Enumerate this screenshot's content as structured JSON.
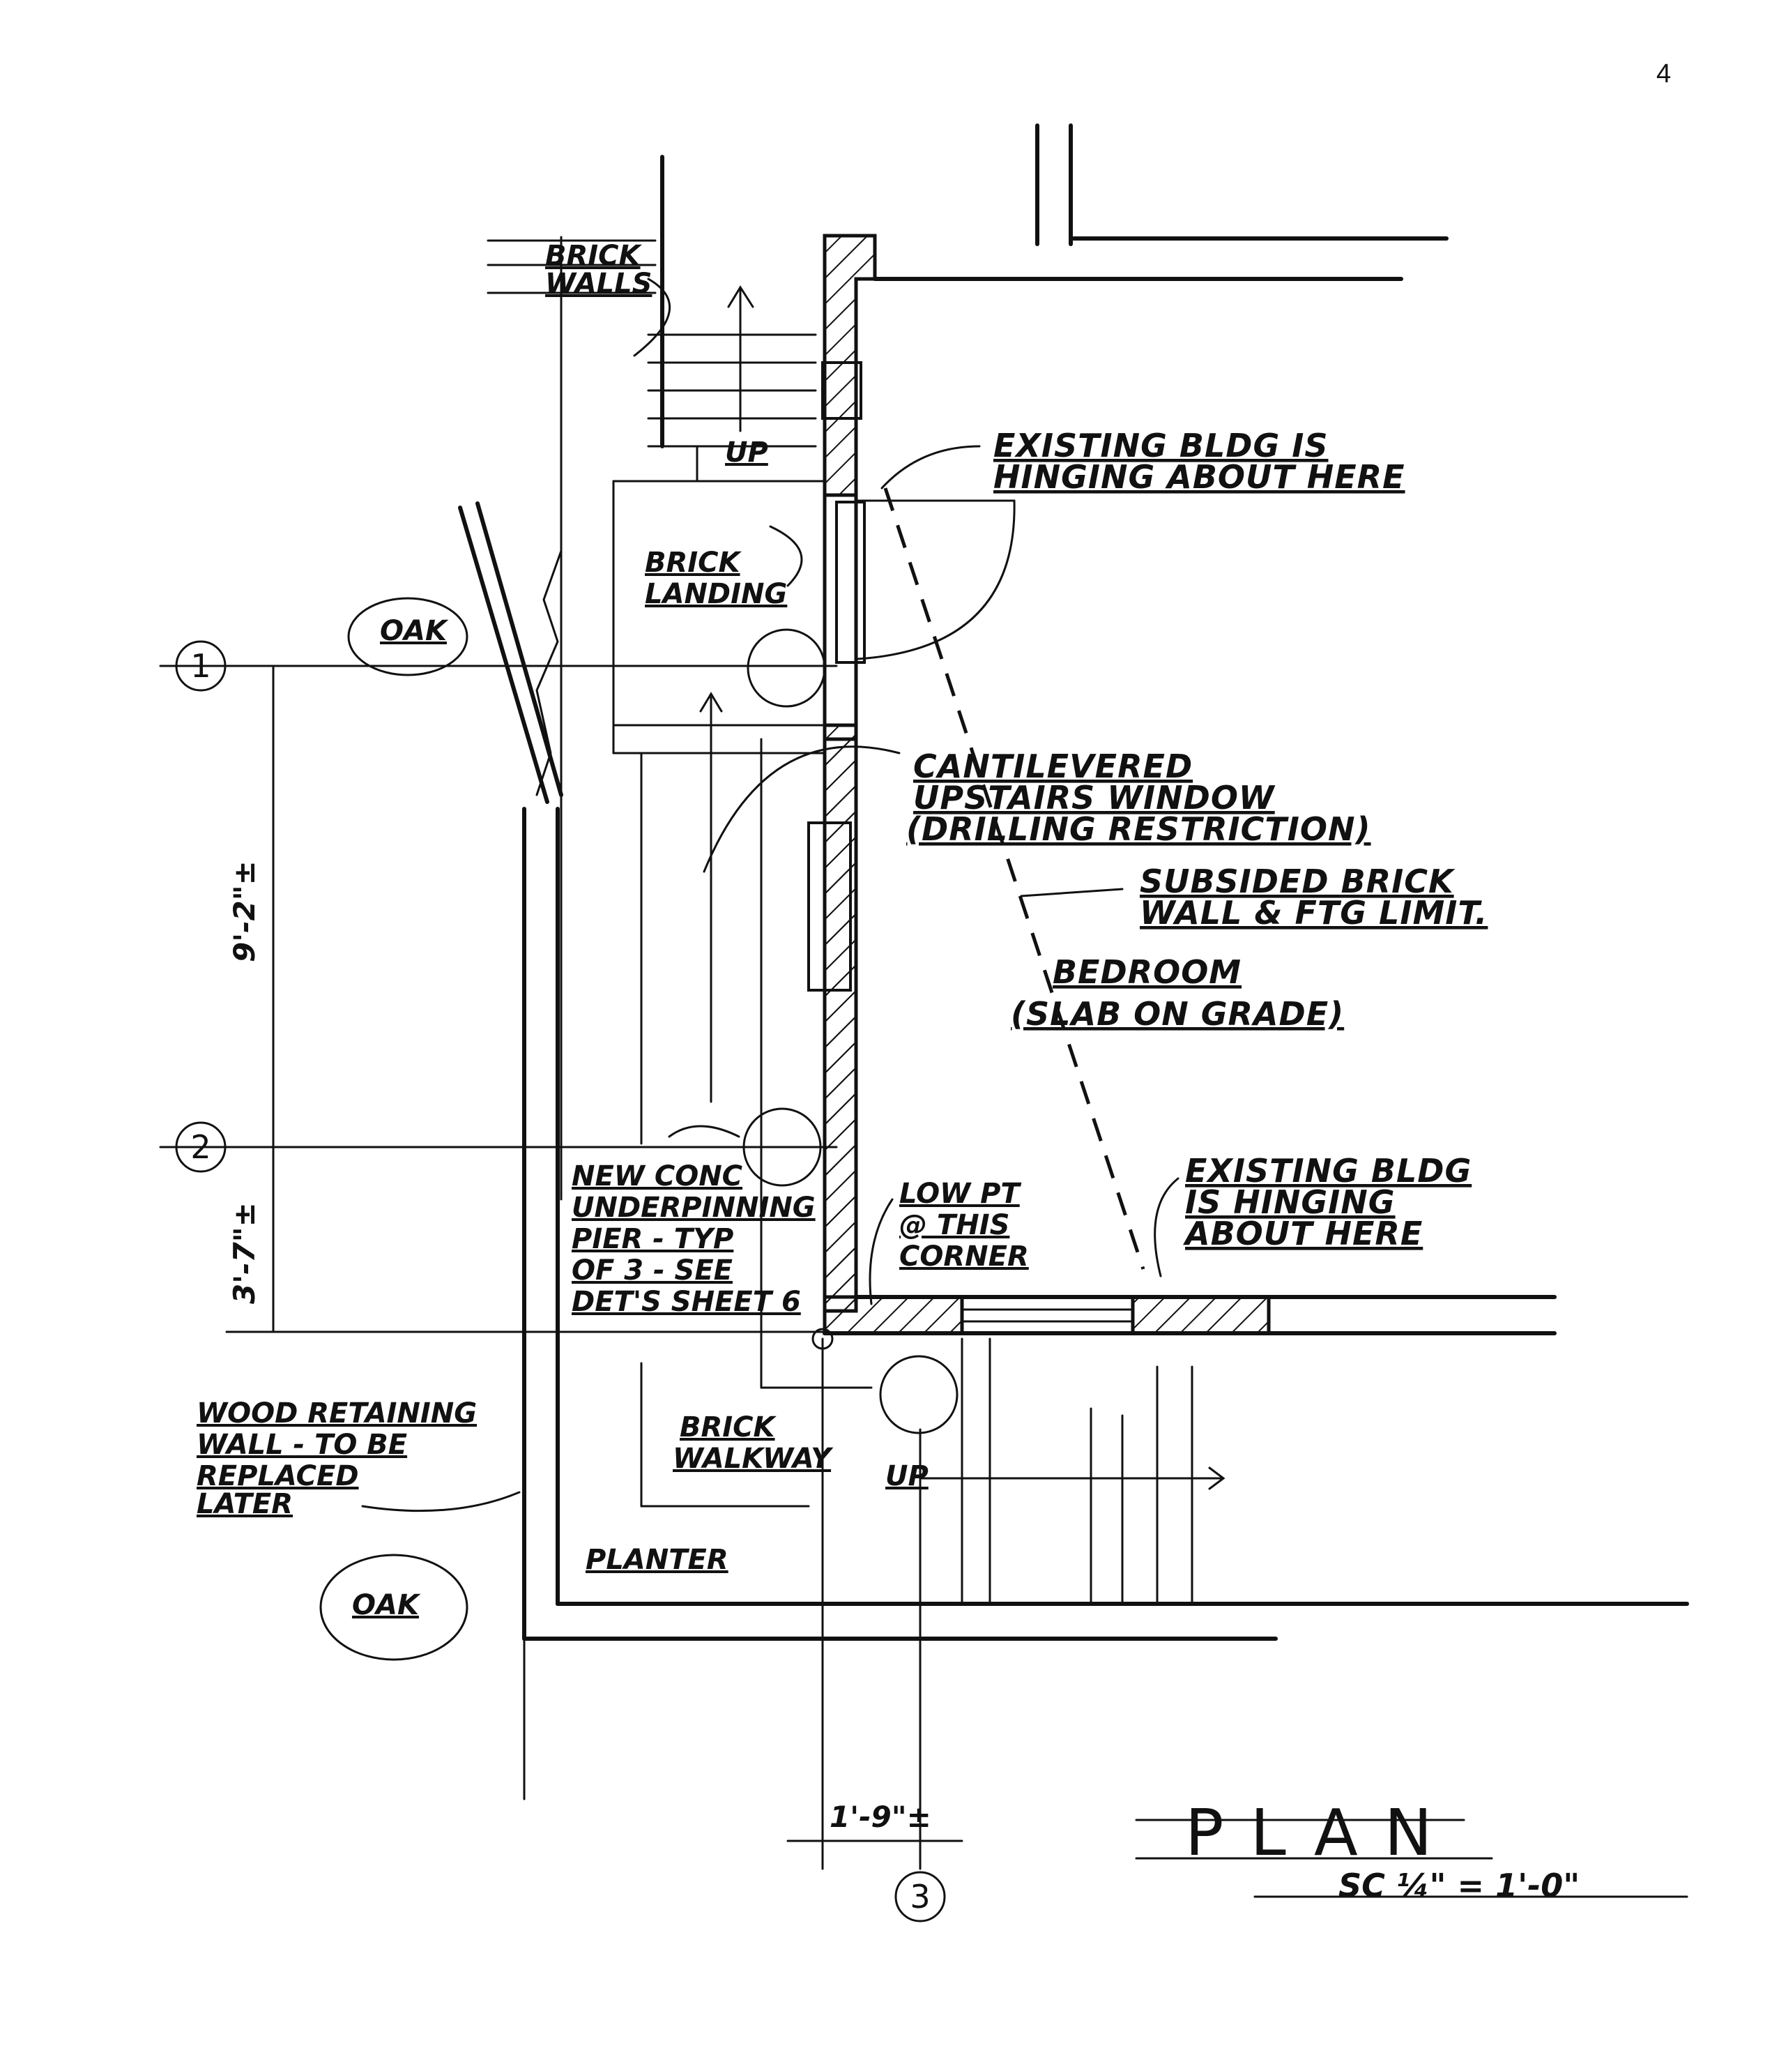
{
  "page": {
    "number": "4"
  },
  "title": {
    "main": "PLAN",
    "scale": "SC ¼\" = 1'-0\""
  },
  "grid": {
    "line1": "1",
    "line2": "2",
    "line3": "3"
  },
  "dimensions": {
    "d1": "9'-2\"±",
    "d2": "3'-7\"±",
    "d3": "1'-9\"±"
  },
  "labels": {
    "brick_walls": [
      "BRICK",
      "WALLS"
    ],
    "up_top": "UP",
    "brick_landing": [
      "BRICK",
      "LANDING"
    ],
    "oak_top": "OAK",
    "hinging_top": [
      "EXISTING BLDG IS",
      "HINGING ABOUT HERE"
    ],
    "cantilevered": [
      "CANTILEVERED",
      "UPSTAIRS WINDOW",
      "(DRILLING RESTRICTION)"
    ],
    "subsided": [
      "SUBSIDED BRICK",
      "WALL & FTG LIMIT."
    ],
    "bedroom": [
      "BEDROOM",
      "(SLAB ON GRADE)"
    ],
    "underpinning": [
      "NEW CONC",
      "UNDERPINNING",
      "PIER - TYP",
      "OF 3 - SEE",
      "DET'S SHEET 6"
    ],
    "low_pt": [
      "LOW PT",
      "@ THIS",
      "CORNER"
    ],
    "hinging_bottom": [
      "EXISTING BLDG",
      "IS HINGING",
      "ABOUT HERE"
    ],
    "retaining": [
      "WOOD RETAINING",
      "WALL - TO BE",
      "REPLACED",
      "LATER"
    ],
    "brick_walkway": [
      "BRICK",
      "WALKWAY"
    ],
    "up_bottom": "UP",
    "planter": "PLANTER",
    "oak_bottom": "OAK"
  }
}
